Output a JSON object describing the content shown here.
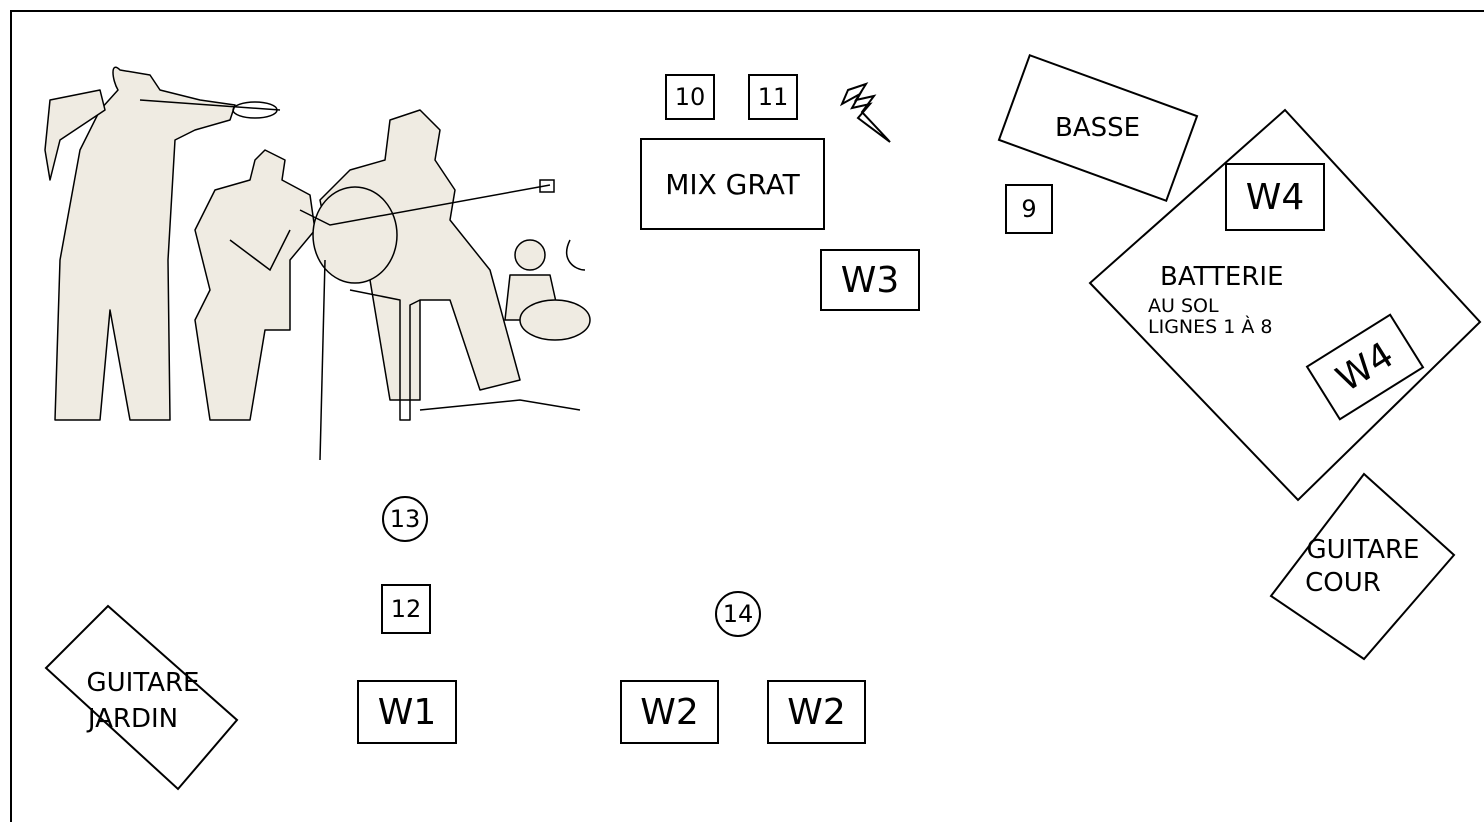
{
  "monitors": {
    "m10": "10",
    "m11": "11",
    "m9": "9",
    "m12": "12",
    "m13": "13",
    "m14": "14"
  },
  "wedges": {
    "w1": "W1",
    "w2a": "W2",
    "w2b": "W2",
    "w3": "W3",
    "w4a": "W4",
    "w4b": "W4"
  },
  "zones": {
    "mix": "MIX GRAT",
    "basse": "BASSE",
    "batterie_title": "BATTERIE",
    "batterie_line1": "AU SOL",
    "batterie_line2": "LIGNES 1 À 8",
    "guitare_cour_line1": "GUITARE",
    "guitare_cour_line2": "COUR",
    "guitare_jardin_line1": "GUITARE",
    "guitare_jardin_line2": "JARDIN"
  },
  "icons": {
    "power": "lightning-icon",
    "band": "band-illustration"
  },
  "colors": {
    "line": "#000000",
    "figure_fill": "#efebe2"
  }
}
